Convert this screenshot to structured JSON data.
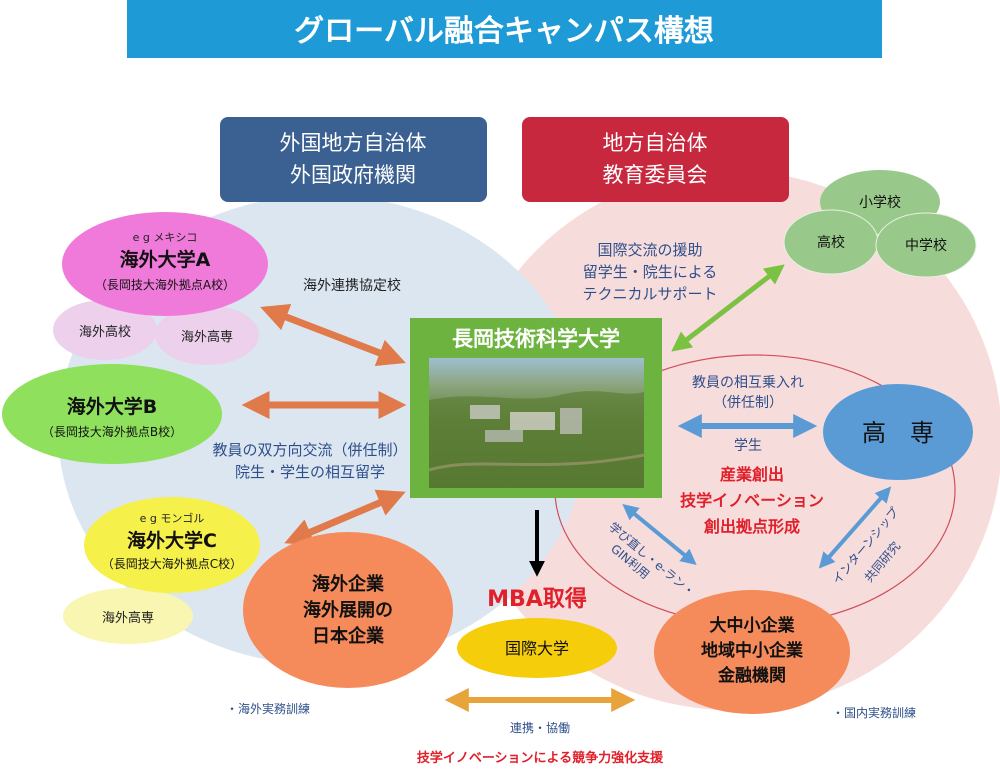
{
  "title": "グローバル融合キャンパス構想",
  "foreign_gov": {
    "line1": "外国地方自治体",
    "line2": "外国政府機関"
  },
  "local_gov": {
    "line1": "地方自治体",
    "line2": "教育委員会"
  },
  "univ_a": {
    "eg": "e g  メキシコ",
    "name": "海外大学A",
    "sub": "（長岡技大海外拠点A校）"
  },
  "univ_b": {
    "name": "海外大学B",
    "sub": "（長岡技大海外拠点B校）"
  },
  "univ_c": {
    "eg": "e g  モンゴル",
    "name": "海外大学C",
    "sub": "（長岡技大海外拠点C校）"
  },
  "overseas_high_school": "海外高校",
  "overseas_kosen_1": "海外高専",
  "overseas_kosen_2": "海外高専",
  "cooperation_agreement": "海外連携協定校",
  "exchange_text": {
    "line1": "教員の双方向交流（併任制）",
    "line2": "院生・学生の相互留学"
  },
  "center": {
    "name": "長岡技術科学大学"
  },
  "support_text": {
    "line1": "国際交流の援助",
    "line2": "留学生・院生による",
    "line3": "テクニカルサポート"
  },
  "schools": {
    "elementary": "小学校",
    "high": "高校",
    "junior_high": "中学校"
  },
  "kosen": "高　専",
  "faculty_exchange": {
    "line1": "教員の相互乗入れ",
    "line2": "（併任制）"
  },
  "students": "学生",
  "innovation": {
    "line1": "産業創出",
    "line2": "技学イノベーション",
    "line3": "創出拠点形成"
  },
  "relearning": {
    "line1": "学び直し・e-ラン・",
    "line2": "GIN利用"
  },
  "internship": {
    "line1": "インターンシップ",
    "line2": "共同研究"
  },
  "overseas_companies": {
    "line1": "海外企業",
    "line2": "海外展開の",
    "line3": "日本企業"
  },
  "mba": "MBA取得",
  "intl_univ": "国際大学",
  "smes": {
    "line1": "大中小企業",
    "line2": "地域中小企業",
    "line3": "金融機関"
  },
  "overseas_training": "・海外実務訓練",
  "domestic_training": "・国内実務訓練",
  "collaboration": "連携・協働",
  "competitiveness": "技学イノベーションによる競争力強化支援",
  "colors": {
    "title_bg": "#1e9ad6",
    "foreign_box": "#3b6192",
    "local_box": "#c8283d",
    "left_region": "#dce6f1",
    "right_region": "#f7dcdc",
    "center_green": "#6db33f",
    "kosen": "#5b9bd5",
    "univ_a": "#f07ad9",
    "univ_b": "#8fe05c",
    "univ_c": "#f6f04a",
    "orange": "#f58b5a",
    "intl_univ": "#f6cd0a",
    "red_text": "#e0202a",
    "blue_text": "#2e4f8a"
  }
}
